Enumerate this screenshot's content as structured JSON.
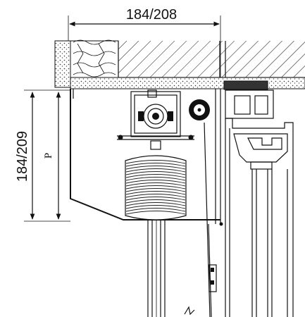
{
  "dimensions": {
    "top_width": "184/208",
    "left_height": "184/209",
    "p_label": "P"
  },
  "colors": {
    "line": "#111111",
    "background": "#ffffff",
    "screed": "#cfcfcf"
  }
}
